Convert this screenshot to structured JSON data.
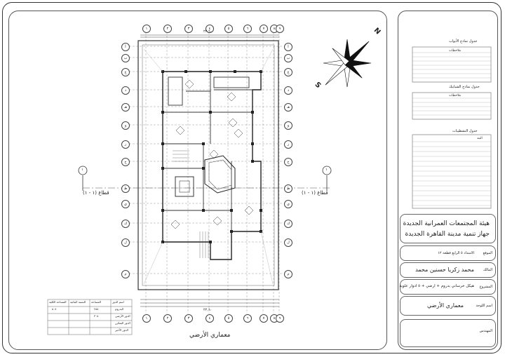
{
  "grid": {
    "top_axes": [
      "١",
      "٢",
      "٣",
      "٤",
      "٥",
      "٦",
      "٧",
      "٨",
      "٩"
    ],
    "side_axes": [
      "أ",
      "ب",
      "ج",
      "د",
      "هـ",
      "و",
      "ز",
      "ح",
      "ط",
      "ي",
      "ك",
      "ل",
      "م"
    ],
    "top_numbers": [
      "١",
      "٢",
      "٣",
      "٤",
      "٥",
      "٦",
      "٧",
      "٨",
      "٩"
    ],
    "bottom_numbers": [
      "١",
      "٢",
      "٣",
      "٤",
      "٥",
      "٦",
      "٧",
      "٨",
      "٩"
    ]
  },
  "section": {
    "left_label": "قطاع (١ - ١)",
    "right_label": "قطاع (١ - ١)",
    "marker": "١"
  },
  "plan": {
    "title": "معماري الأرضي",
    "top_total_dim": "٢٢,٦٠",
    "bottom_total_dim": "٢٢,٦٠"
  },
  "compass": {
    "north": "N",
    "south": "S"
  },
  "schedules": {
    "doors_title": "جدول نماذج الأبواب",
    "windows_title": "جدول نماذج الشبابيك",
    "finishes_title": "جدول التشطيبات",
    "doors_header": "ملاحظات",
    "windows_header": "ملاحظات",
    "finishes_header": "البند"
  },
  "authority": {
    "line1": "هيئة المجتمعات العمرانية الجديدة",
    "line2": "جهاز تنمية مدينة القاهرة الجديدة"
  },
  "title_block": {
    "location_label": "الموقع",
    "location_value": "الامتداد ٥ الرابع قطعة ١٢",
    "owner_label": "المالك",
    "owner_value": "محمد زكريا حسنين محمد",
    "project_label": "المشروع",
    "project_value": "هيكل خرساني بدروم + ارضي + ٥ ادوار علوية",
    "sheet_label": "اسم اللوحة",
    "sheet_value": "معماري الأرضي",
    "engineer_label": "المهندس"
  },
  "area_table": {
    "headers": [
      "المساحة الكلية",
      "النسبة البنائية",
      "المساحة",
      "اسم الدور"
    ],
    "rows": [
      [
        "٥٠٨",
        "",
        "٢٥٥",
        "البدروم"
      ],
      [
        "",
        "",
        "٣٠٥",
        "الدور الأرضي"
      ],
      [
        "",
        "",
        "",
        "الدور المتكرر"
      ],
      [
        "",
        "",
        "",
        "الدور الأخير"
      ]
    ]
  }
}
